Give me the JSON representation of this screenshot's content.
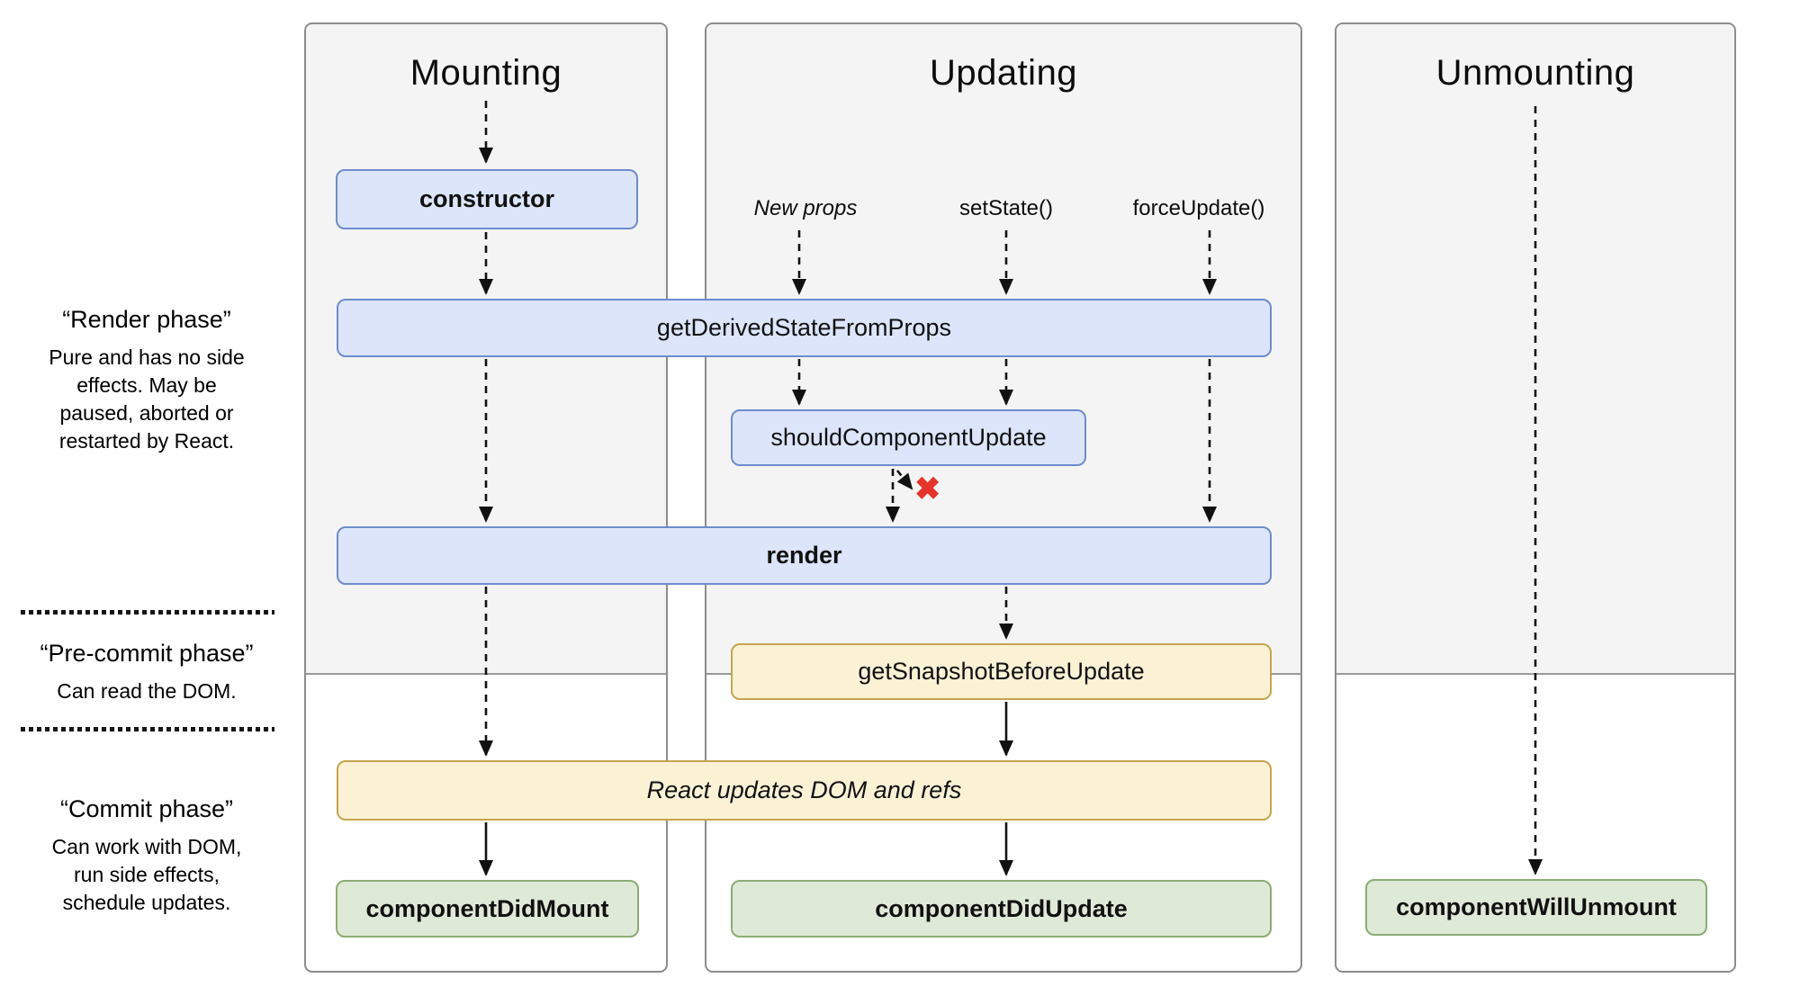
{
  "diagram": {
    "columns": {
      "mounting": {
        "title": "Mounting"
      },
      "updating": {
        "title": "Updating",
        "triggers": [
          {
            "label": "New props"
          },
          {
            "label": "setState()"
          },
          {
            "label": "forceUpdate()"
          }
        ]
      },
      "unmounting": {
        "title": "Unmounting"
      }
    },
    "phases": {
      "render": {
        "title": "“Render phase”",
        "lines": [
          "Pure and has no side",
          "effects. May be",
          "paused, aborted or",
          "restarted by React."
        ]
      },
      "pre_commit": {
        "title": "“Pre-commit phase”",
        "lines": [
          "Can read the DOM."
        ]
      },
      "commit": {
        "title": "“Commit phase”",
        "lines": [
          "Can work with DOM,",
          "run side effects,",
          "schedule updates."
        ]
      }
    },
    "boxes": {
      "constructor": "constructor",
      "getDerivedStateFromProps": "getDerivedStateFromProps",
      "shouldComponentUpdate": "shouldComponentUpdate",
      "render": "render",
      "getSnapshotBeforeUpdate": "getSnapshotBeforeUpdate",
      "reactUpdates": "React updates DOM and refs",
      "componentDidMount": "componentDidMount",
      "componentDidUpdate": "componentDidUpdate",
      "componentWillUnmount": "componentWillUnmount"
    },
    "icons": {
      "reject_x": "✖"
    },
    "colors": {
      "blue_fill": "#dce5f9",
      "blue_border": "#6f8ccd",
      "yellow_fill": "#fbf2d6",
      "yellow_border": "#c7a44e",
      "green_fill": "#dfe9d8",
      "green_border": "#8aad74",
      "red_x": "#e5342b",
      "column_bg": "#f4f4f4",
      "column_border": "#8c8c8c",
      "arrow": "#111111"
    }
  }
}
